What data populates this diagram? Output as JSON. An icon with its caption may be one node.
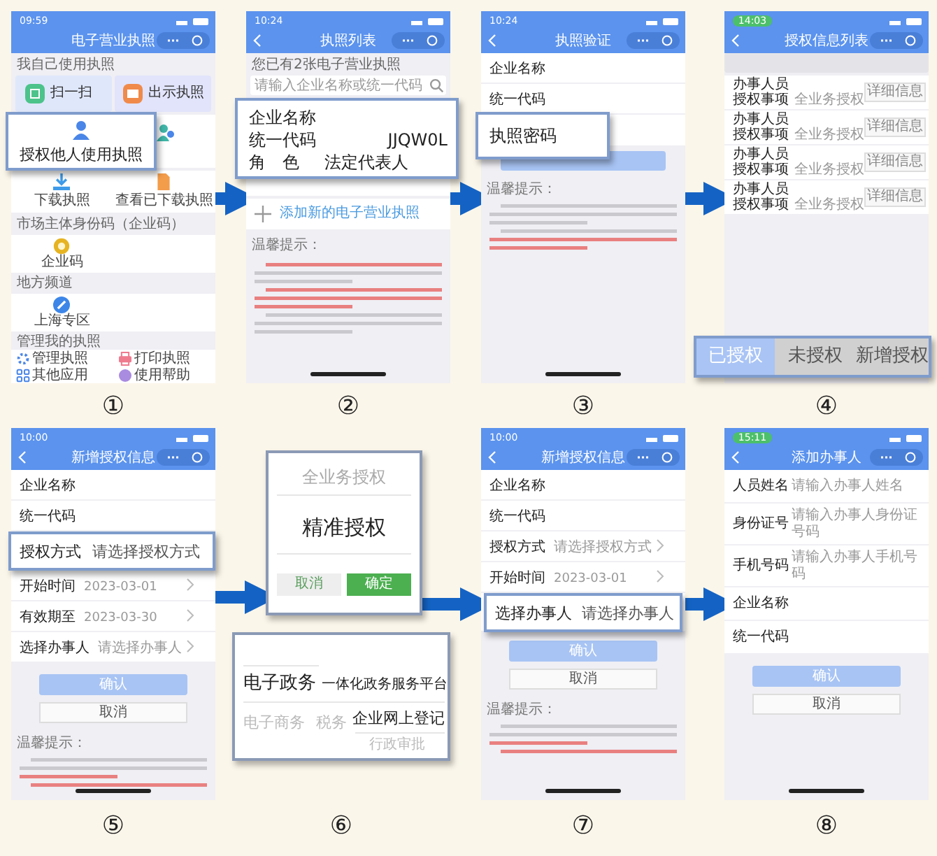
{
  "diagram": {
    "nodes": [
      {
        "text": [
          "09:59",
          "电子营业执照",
          "我自己使用执照",
          "扫一扫",
          "出示执照",
          "下载执照",
          "查看已下载执照",
          "市场主体身份码（企业码）",
          "企业码",
          "地方频道",
          "上海专区",
          "管理我的执照",
          "管理执照",
          "打印执照",
          "其他应用",
          "使用帮助"
        ],
        "beside": [
          "①"
        ]
      },
      {
        "text": [
          "授权他人使用执照"
        ],
        "in": 0
      },
      {
        "text": [
          "10:24",
          "执照列表",
          "您已有2张电子营业执照",
          "请输入企业名称或统一代码",
          "添加新的电子营业执照",
          "温馨提示："
        ],
        "beside": [
          "②"
        ]
      },
      {
        "text": [
          "企业名称",
          "统一代码",
          "JJQW0L",
          "角　色",
          "法定代表人"
        ]
      },
      {
        "text": [
          "10:24",
          "执照验证",
          "企业名称",
          "统一代码",
          "温馨提示："
        ],
        "beside": [
          "③"
        ]
      },
      {
        "text": [
          "执照密码"
        ],
        "in": 4
      },
      {
        "text": [
          "14:03",
          "授权信息列表",
          "办事人员",
          "授权事项",
          "全业务授权",
          "详细信息",
          "办事人员",
          "授权事项",
          "全业务授权",
          "详细信息",
          "办事人员",
          "授权事项",
          "全业务授权",
          "详细信息",
          "办事人员",
          "授权事项",
          "全业务授权",
          "详细信息"
        ],
        "beside": [
          "④"
        ]
      },
      {
        "text": [
          "已授权",
          "未授权",
          "新增授权"
        ]
      },
      {
        "text": [
          "10:00",
          "新增授权信息",
          "企业名称",
          "统一代码",
          "开始时间",
          "2023-03-01",
          "有效期至",
          "2023-03-30",
          "选择办事人",
          "请选择办事人",
          "确认",
          "取消",
          "温馨提示："
        ],
        "beside": [
          "⑤"
        ]
      },
      {
        "text": [
          "授权方式",
          "请选择授权方式"
        ],
        "in": 8
      },
      {
        "text": [
          "全业务授权",
          "精准授权",
          "取消",
          "确定"
        ]
      },
      {
        "text": [
          "电子政务",
          "一体化政务服务平台",
          "电子商务",
          "税务",
          "企业网上登记",
          "行政审批"
        ],
        "beside": [
          "⑥"
        ]
      },
      {
        "text": [
          "10:00",
          "新增授权信息",
          "企业名称",
          "统一代码",
          "授权方式",
          "请选择授权方式",
          "开始时间",
          "2023-03-01",
          "确认",
          "取消",
          "温馨提示："
        ],
        "beside": [
          "⑦"
        ]
      },
      {
        "text": [
          "选择办事人",
          "请选择办事人"
        ],
        "in": 12
      },
      {
        "text": [
          "15:11",
          "添加办事人",
          "人员姓名",
          "请输入办事人姓名",
          "身份证号",
          "请输入办事人身份证号码",
          "手机号码",
          "请输入办事人手机号码",
          "企业名称",
          "统一代码",
          "确认",
          "取消"
        ],
        "beside": [
          "⑧"
        ]
      }
    ],
    "edges": [
      {
        "from": 0,
        "to": 2,
        "arrow": "to"
      },
      {
        "from": 2,
        "to": 4,
        "arrow": "to"
      },
      {
        "from": 4,
        "to": 6,
        "arrow": "to"
      },
      {
        "from": 8,
        "to": 10,
        "arrow": "to"
      },
      {
        "from": 10,
        "to": 12,
        "arrow": "to"
      },
      {
        "from": 12,
        "to": 14,
        "arrow": "to"
      }
    ]
  }
}
